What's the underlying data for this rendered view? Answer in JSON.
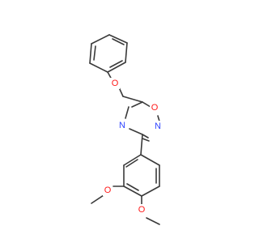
{
  "molecule": {
    "atoms": {
      "phenoxy_o": "O",
      "ring_o": "O",
      "ring_n_right": "N",
      "ring_n_left": "N",
      "methoxy_o_left": "O",
      "methoxy_o_bottom": "O"
    },
    "colors": {
      "bond": "#3a3a3a",
      "oxygen": "#ff1a1a",
      "nitrogen": "#2f44ff",
      "background": "#ffffff"
    }
  }
}
